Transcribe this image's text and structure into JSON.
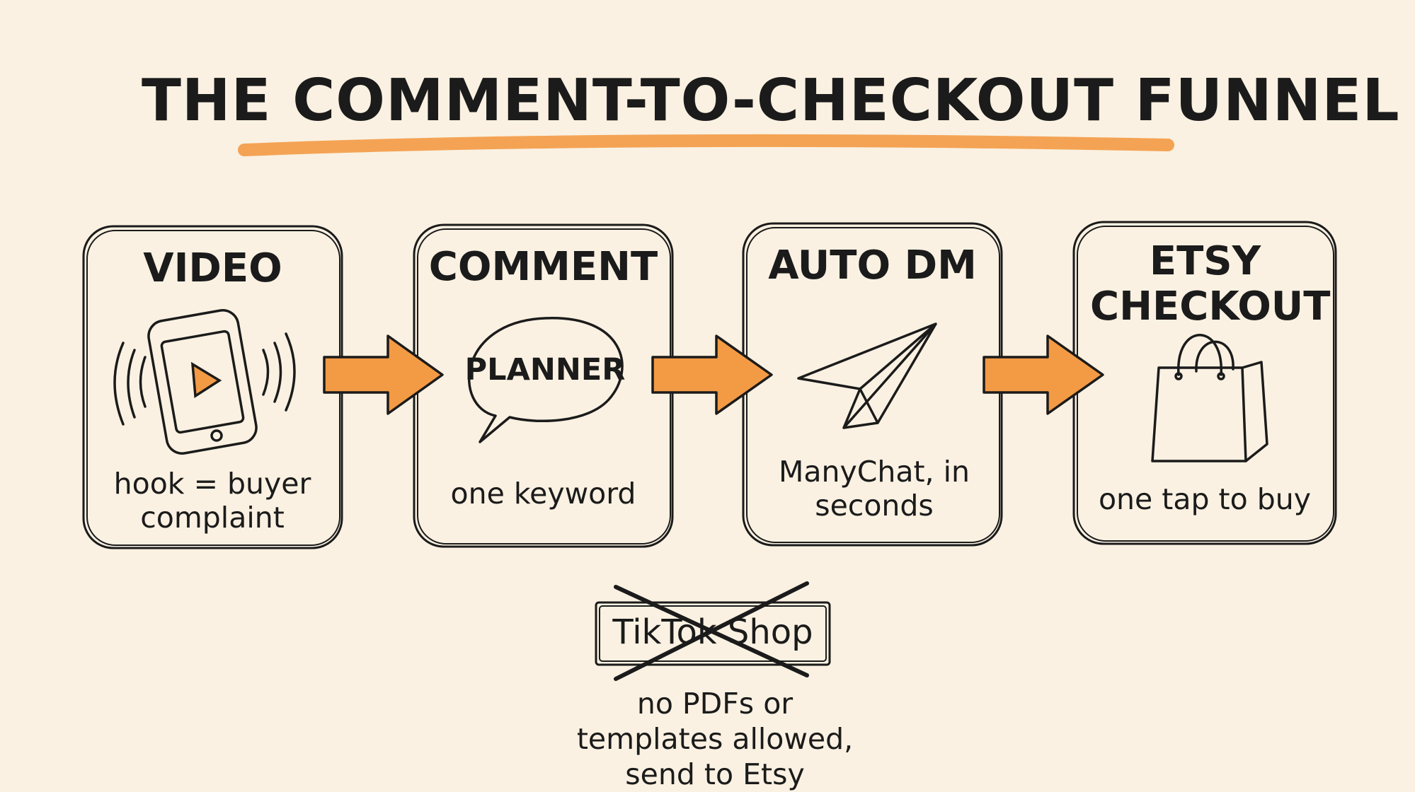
{
  "title": "THE COMMENT-TO-CHECKOUT FUNNEL",
  "steps": [
    {
      "title": "VIDEO",
      "icon": "smartphone-play-icon",
      "caption": "hook = buyer complaint"
    },
    {
      "title": "COMMENT",
      "icon": "speech-bubble-icon",
      "bubble_text": "PLANNER",
      "caption": "one keyword"
    },
    {
      "title": "AUTO DM",
      "icon": "paper-plane-icon",
      "caption": "ManyChat, in seconds"
    },
    {
      "title": "ETSY CHECKOUT",
      "icon": "shopping-bag-icon",
      "caption": "one tap to buy"
    }
  ],
  "blocked": {
    "label": "TikTok Shop",
    "note": "no PDFs or templates allowed, send to Etsy"
  },
  "colors": {
    "background": "#faf1e2",
    "ink": "#1b1b1b",
    "accent": "#f39a45"
  }
}
